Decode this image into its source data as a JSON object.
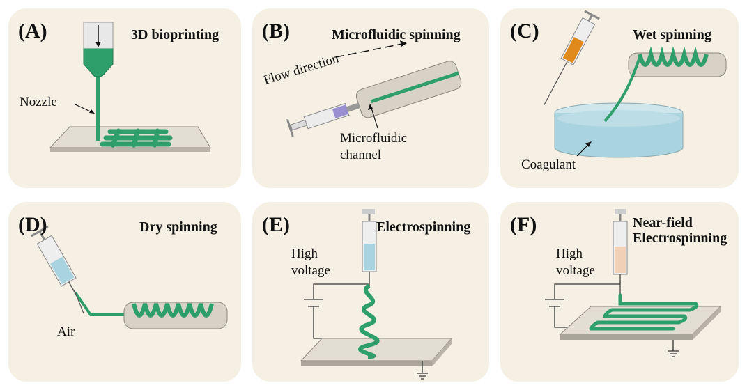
{
  "panels": [
    {
      "letter": "(A)",
      "title": "3D bioprinting",
      "labels": {
        "nozzle": "Nozzle"
      }
    },
    {
      "letter": "(B)",
      "title": "Microfluidic spinning",
      "labels": {
        "flow": "Flow direction",
        "channel_line1": "Microfluidic",
        "channel_line2": "channel"
      }
    },
    {
      "letter": "(C)",
      "title": "Wet spinning",
      "labels": {
        "coagulant": "Coagulant"
      }
    },
    {
      "letter": "(D)",
      "title": "Dry spinning",
      "labels": {
        "air": "Air"
      }
    },
    {
      "letter": "(E)",
      "title": "Electrospinning",
      "labels": {
        "hv_line1": "High",
        "hv_line2": "voltage"
      }
    },
    {
      "letter": "(F)",
      "title_line1": "Near-field",
      "title_line2": "Electrospinning",
      "labels": {
        "hv_line1": "High",
        "hv_line2": "voltage"
      }
    }
  ],
  "colors": {
    "panel_bg": "#f6f0e4",
    "fiber": "#2e9e6a",
    "fiber_dark": "#1f7a50",
    "plate": "#d9d4ca",
    "liquid": "#a9d3de"
  }
}
